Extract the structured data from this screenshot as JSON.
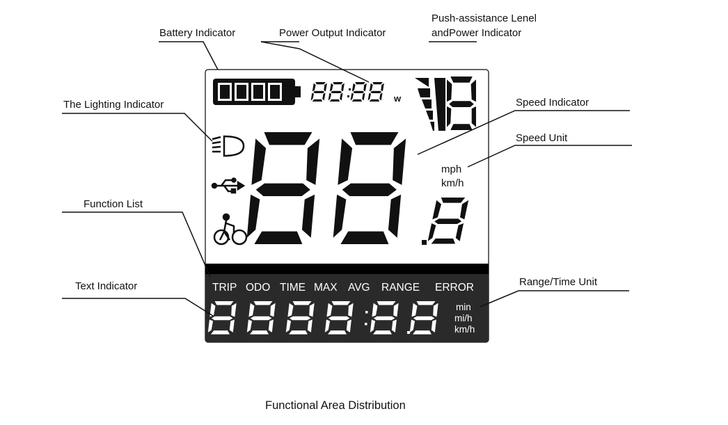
{
  "labels": {
    "battery": "Battery Indicator",
    "power_output": "Power Output Indicator",
    "push_line1": "Push-assistance Lenel",
    "push_line2": "andPower Indicator",
    "lighting": "The Lighting Indicator",
    "speed": "Speed Indicator",
    "speed_unit": "Speed Unit",
    "function_list": "Function List",
    "text_indicator": "Text Indicator",
    "range_time_unit": "Range/Time Unit"
  },
  "display": {
    "power_digits": "8888",
    "power_unit": "w",
    "assist_digit": "8",
    "speed_digits": "88",
    "speed_decimal": "8",
    "speed_unit_mph": "mph",
    "speed_unit_kmh": "km/h",
    "function_items": [
      "TRIP",
      "ODO",
      "TIME",
      "MAX",
      "AVG",
      "RANGE",
      "ERROR"
    ],
    "text_digits": "8888:88",
    "range_units": [
      "min",
      "mi/h",
      "km/h"
    ]
  },
  "icons": {
    "battery": "battery-icon",
    "headlight": "headlight-icon",
    "usb": "usb-icon",
    "walk_assist": "walk-assist-icon"
  },
  "caption": "Functional Area Distribution"
}
